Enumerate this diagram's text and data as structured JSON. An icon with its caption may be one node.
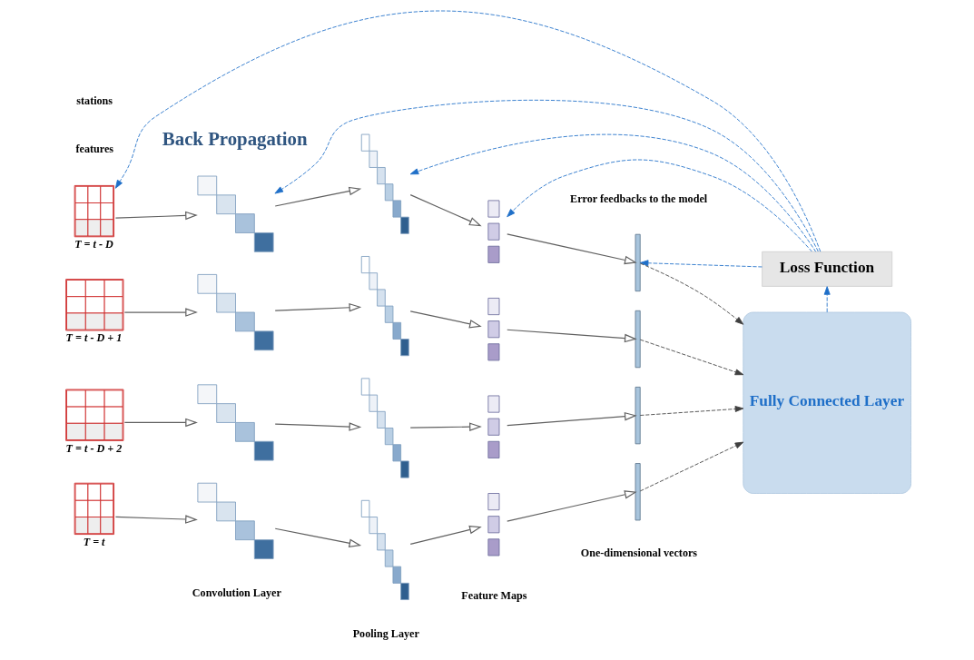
{
  "diagram": {
    "nodes": [
      {
        "text": [
          "Loss Function"
        ]
      },
      {
        "text": [
          "Fully Connected Layer"
        ]
      },
      {
        "text": [],
        "shape": "picture",
        "beside": [
          "T = t - D"
        ]
      },
      {
        "text": [],
        "shape": "picture"
      },
      {
        "text": [],
        "shape": "picture"
      },
      {
        "text": [],
        "shape": "picture"
      },
      {
        "text": [],
        "shape": "bar"
      },
      {
        "text": [],
        "shape": "picture",
        "beside": [
          "T = t - D + 1"
        ]
      },
      {
        "text": [],
        "shape": "picture"
      },
      {
        "text": [],
        "shape": "picture"
      },
      {
        "text": [],
        "shape": "picture"
      },
      {
        "text": [],
        "shape": "bar"
      },
      {
        "text": [],
        "shape": "picture",
        "beside": [
          "T = t - D + 2"
        ]
      },
      {
        "text": [],
        "shape": "picture"
      },
      {
        "text": [],
        "shape": "picture"
      },
      {
        "text": [],
        "shape": "picture"
      },
      {
        "text": [],
        "shape": "bar"
      },
      {
        "text": [],
        "shape": "picture",
        "beside": [
          "T = t"
        ]
      },
      {
        "text": [],
        "shape": "picture"
      },
      {
        "text": [],
        "shape": "picture"
      },
      {
        "text": [],
        "shape": "picture"
      },
      {
        "text": [],
        "shape": "bar"
      }
    ],
    "edges": [
      {
        "from": 2,
        "to": 3,
        "arrow": "to"
      },
      {
        "from": 3,
        "to": 4,
        "arrow": "to"
      },
      {
        "from": 4,
        "to": 5,
        "arrow": "to"
      },
      {
        "from": 5,
        "to": 6,
        "arrow": "to"
      },
      {
        "from": 6,
        "to": 1,
        "arrow": "to",
        "style": "dashed",
        "color": "#404040"
      },
      {
        "from": 7,
        "to": 8,
        "arrow": "to"
      },
      {
        "from": 8,
        "to": 9,
        "arrow": "to"
      },
      {
        "from": 9,
        "to": 10,
        "arrow": "to"
      },
      {
        "from": 10,
        "to": 11,
        "arrow": "to"
      },
      {
        "from": 11,
        "to": 1,
        "arrow": "to",
        "style": "dashed",
        "color": "#404040"
      },
      {
        "from": 12,
        "to": 13,
        "arrow": "to"
      },
      {
        "from": 13,
        "to": 14,
        "arrow": "to"
      },
      {
        "from": 14,
        "to": 15,
        "arrow": "to"
      },
      {
        "from": 15,
        "to": 16,
        "arrow": "to"
      },
      {
        "from": 16,
        "to": 1,
        "arrow": "to",
        "style": "dashed",
        "color": "#404040"
      },
      {
        "from": 17,
        "to": 18,
        "arrow": "to"
      },
      {
        "from": 18,
        "to": 19,
        "arrow": "to"
      },
      {
        "from": 19,
        "to": 20,
        "arrow": "to"
      },
      {
        "from": 20,
        "to": 21,
        "arrow": "to"
      },
      {
        "from": 21,
        "to": 1,
        "arrow": "to",
        "style": "dashed",
        "color": "#404040"
      },
      {
        "from": 1,
        "to": 0,
        "arrow": "to",
        "style": "dashed",
        "color": "#1f6fc8"
      },
      {
        "from": 0,
        "to": 2,
        "arrow": "to",
        "style": "dashed",
        "color": "#1f6fc8"
      },
      {
        "from": 0,
        "to": 3,
        "arrow": "to",
        "style": "dashed",
        "color": "#1f6fc8"
      },
      {
        "from": 0,
        "to": 4,
        "arrow": "to",
        "style": "dashed",
        "color": "#1f6fc8"
      },
      {
        "from": 0,
        "to": 5,
        "arrow": "to",
        "style": "dashed",
        "color": "#1f6fc8"
      },
      {
        "from": 0,
        "to": 6,
        "arrow": "to",
        "style": "dashed",
        "color": "#1f6fc8"
      }
    ],
    "labels": [
      "Back Propagation",
      "features",
      "stations",
      "Error feedbacks to the model",
      "Convolution Layer",
      "Pooling Layer",
      "Feature Maps",
      "One-dimensional vectors"
    ]
  }
}
